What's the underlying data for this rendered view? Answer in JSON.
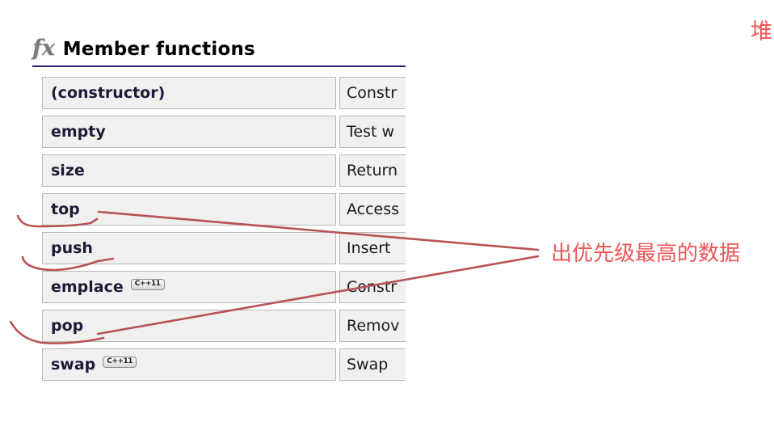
{
  "header": {
    "icon": "fx-function-icon",
    "icon_glyph": "fx",
    "title": "Member functions"
  },
  "table": {
    "rows": [
      {
        "name": "(constructor)",
        "badge": null,
        "desc": "Constr"
      },
      {
        "name": "empty",
        "badge": null,
        "desc": "Test w"
      },
      {
        "name": "size",
        "badge": null,
        "desc": "Return"
      },
      {
        "name": "top",
        "badge": null,
        "desc": "Access"
      },
      {
        "name": "push",
        "badge": null,
        "desc": "Insert"
      },
      {
        "name": "emplace",
        "badge": "C++11",
        "desc": "Constr"
      },
      {
        "name": "pop",
        "badge": null,
        "desc": "Remov"
      },
      {
        "name": "swap",
        "badge": "C++11",
        "desc": "Swap"
      }
    ]
  },
  "annotations": {
    "heap_label": "堆",
    "note": "出优先级最高的数据",
    "underlined_functions": [
      "top",
      "push",
      "pop"
    ]
  },
  "colors": {
    "annotation_red": "#ee5555",
    "line_red": "#b85353",
    "header_rule": "#26266e",
    "cell_bg": "#f0f0f0",
    "cell_border": "#b9b9b9",
    "name_color": "#1b1b38",
    "desc_color": "#1a1a1a"
  }
}
